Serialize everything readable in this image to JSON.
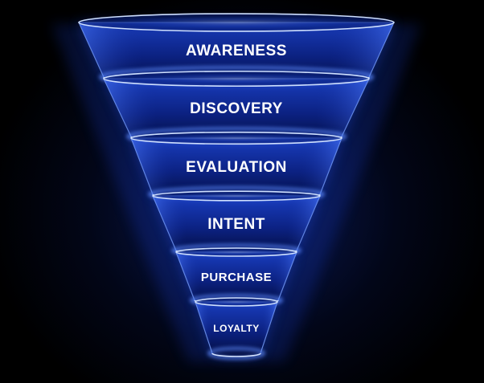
{
  "funnel": {
    "stages": [
      {
        "label": "AWARENESS"
      },
      {
        "label": "DISCOVERY"
      },
      {
        "label": "EVALUATION"
      },
      {
        "label": "INTENT"
      },
      {
        "label": "PURCHASE"
      },
      {
        "label": "LOYALTY"
      }
    ]
  },
  "colors": {
    "background": "#000000",
    "glow": "#1f5bff",
    "rim": "#bcd4ff",
    "body_top": "#1433a8",
    "body_bottom": "#030c3a"
  }
}
